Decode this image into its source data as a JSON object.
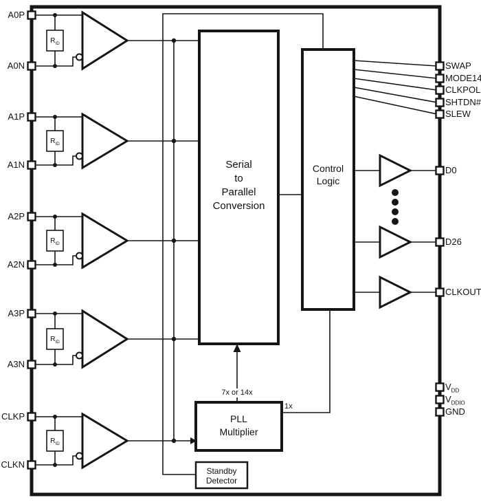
{
  "diagram": {
    "pins_left": [
      {
        "label": "A0P"
      },
      {
        "label": "A0N"
      },
      {
        "label": "A1P"
      },
      {
        "label": "A1N"
      },
      {
        "label": "A2P"
      },
      {
        "label": "A2N"
      },
      {
        "label": "A3P"
      },
      {
        "label": "A3N"
      },
      {
        "label": "CLKP"
      },
      {
        "label": "CLKN"
      }
    ],
    "pins_right": [
      {
        "label": "SWAP"
      },
      {
        "label": "MODE14"
      },
      {
        "label": "CLKPOL"
      },
      {
        "label": "SHTDN#"
      },
      {
        "label": "SLEW"
      },
      {
        "label": "D0"
      },
      {
        "label": "D26"
      },
      {
        "label": "CLKOUT"
      },
      {
        "base": "V",
        "sub": "DD"
      },
      {
        "base": "V",
        "sub": "DDIO"
      },
      {
        "label": "GND"
      }
    ],
    "blocks": {
      "serial_to_parallel": {
        "line1": "Serial",
        "line2": "to",
        "line3": "Parallel",
        "line4": "Conversion"
      },
      "control_logic": {
        "line1": "Control",
        "line2": "Logic"
      },
      "pll": {
        "line1": "PLL",
        "line2": "Multiplier"
      },
      "standby": {
        "line1": "Standby",
        "line2": "Detector"
      }
    },
    "labels": {
      "pll_feedback": "7x or 14x",
      "pll_1x": "1x",
      "resistor_base": "R",
      "resistor_sub": "ID"
    },
    "colors": {
      "line": "#161616",
      "background": "#ffffff"
    }
  }
}
